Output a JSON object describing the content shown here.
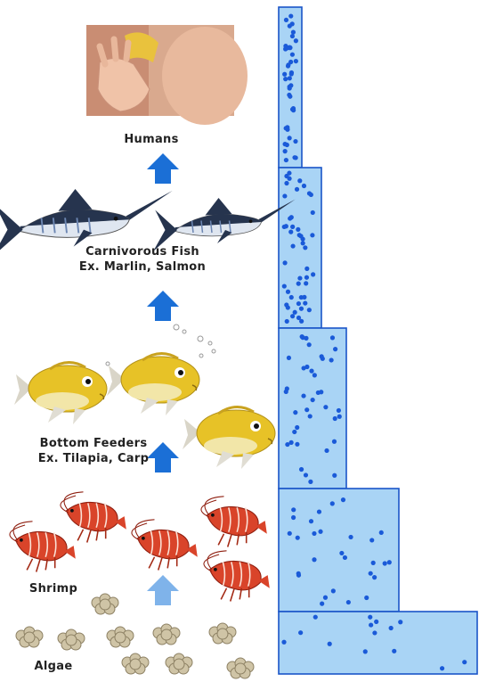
{
  "levels": [
    {
      "key": "humans",
      "name": "Humans",
      "example": ""
    },
    {
      "key": "carnivorous",
      "name": "Carnivorous Fish",
      "example": "Ex. Marlin, Salmon"
    },
    {
      "key": "bottom",
      "name": "Bottom Feeders",
      "example": "Ex. Tilapia, Carp"
    },
    {
      "key": "shrimp",
      "name": "Shrimp",
      "example": ""
    },
    {
      "key": "algae",
      "name": "Algae",
      "example": ""
    }
  ],
  "colors": {
    "arrow_blue": "#1b6fd6",
    "arrow_light": "#7fb3ea",
    "tower_fill": "#a9d4f5",
    "tower_stroke": "#1a55c8",
    "dot": "#1a5ad8",
    "shrimp": "#d9442a",
    "fish_yellow": "#e7c227",
    "marlin": "#26344e"
  },
  "pictures": [
    "hand-photo",
    "marlin-image",
    "yellow-fish-image",
    "shrimp-image",
    "algae-clump-image"
  ]
}
